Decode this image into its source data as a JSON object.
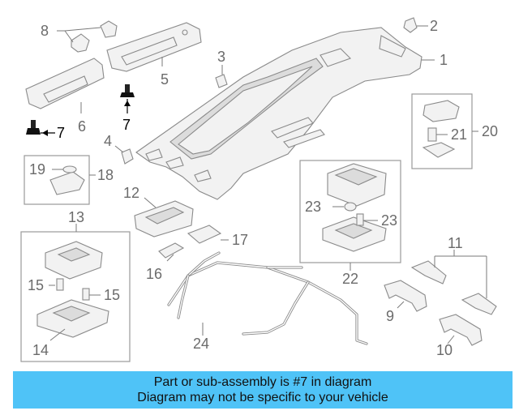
{
  "callouts": {
    "c1": "1",
    "c2": "2",
    "c3": "3",
    "c4": "4",
    "c5": "5",
    "c6": "6",
    "c7a": "7",
    "c7b": "7",
    "c8": "8",
    "c9": "9",
    "c10": "10",
    "c11": "11",
    "c12": "12",
    "c13": "13",
    "c14": "14",
    "c15a": "15",
    "c15b": "15",
    "c16": "16",
    "c17": "17",
    "c18": "18",
    "c19": "19",
    "c20": "20",
    "c21": "21",
    "c22": "22",
    "c23a": "23",
    "c23b": "23",
    "c24": "24"
  },
  "highlighted_part": "7",
  "colors": {
    "banner": "#4fc3f7",
    "line": "#8a8a8a",
    "callout": "#6b6b6b"
  },
  "banner": {
    "line1": "Part or sub-assembly is #7 in diagram",
    "line2": "Diagram may not be specific to your vehicle"
  }
}
